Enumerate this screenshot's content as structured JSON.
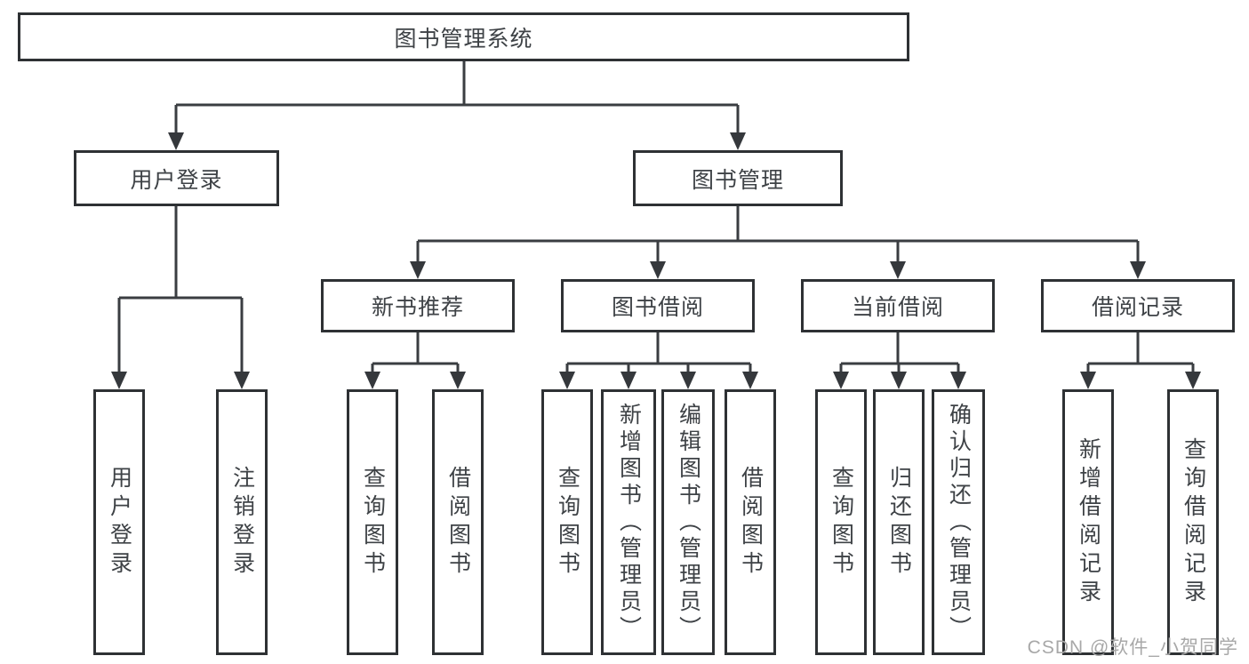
{
  "nodes": {
    "root": "图书管理系统",
    "user_login": {
      "label": "用户登录",
      "children": [
        "用户登录",
        "注销登录"
      ]
    },
    "book_mgmt": {
      "label": "图书管理"
    },
    "new_book_recommend": {
      "label": "新书推荐",
      "children": [
        "查询图书",
        "借阅图书"
      ]
    },
    "book_borrow": {
      "label": "图书借阅",
      "children": [
        "查询图书",
        "新增图书（管理员）",
        "编辑图书（管理员）",
        "借阅图书"
      ]
    },
    "current_borrow": {
      "label": "当前借阅",
      "children": [
        "查询图书",
        "归还图书",
        "确认归还（管理员）"
      ]
    },
    "borrow_records": {
      "label": "借阅记录",
      "children": [
        "新增借阅记录",
        "查询借阅记录"
      ]
    }
  },
  "watermark": {
    "text": "CSDN @软件_小贺同学"
  },
  "colors": {
    "background": "#ffffff",
    "box_border": "#2e3134",
    "line": "#3a3d41",
    "text": "#3e4246",
    "watermark": "#a8a8a8"
  }
}
